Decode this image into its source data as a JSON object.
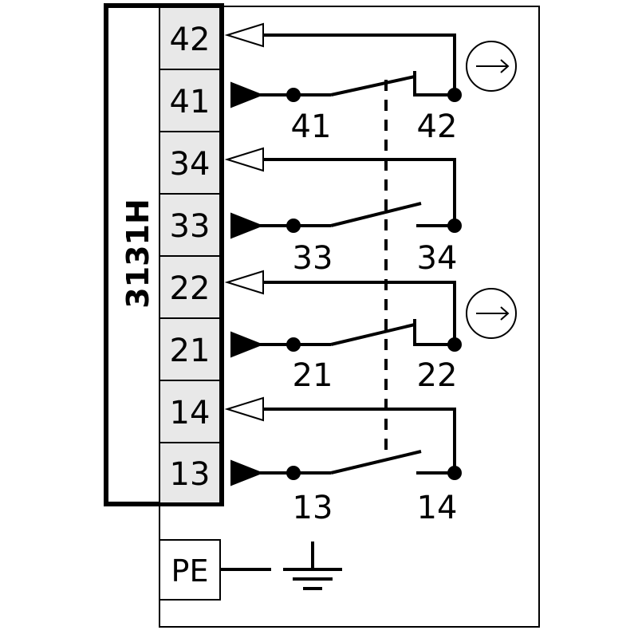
{
  "module": {
    "model": "3131H"
  },
  "terminals": [
    "42",
    "41",
    "34",
    "33",
    "22",
    "21",
    "14",
    "13"
  ],
  "contacts": [
    {
      "left_label": "41",
      "right_label": "42",
      "positive_opening": true
    },
    {
      "left_label": "33",
      "right_label": "34",
      "positive_opening": false
    },
    {
      "left_label": "21",
      "right_label": "22",
      "positive_opening": true
    },
    {
      "left_label": "13",
      "right_label": "14",
      "positive_opening": false
    }
  ],
  "ground": {
    "label": "PE"
  },
  "icons": {
    "terminal_out": "open-triangle-arrow-icon",
    "terminal_in": "filled-triangle-arrow-icon",
    "positive_opening": "circle-arrow-icon",
    "ground": "ground-icon"
  }
}
